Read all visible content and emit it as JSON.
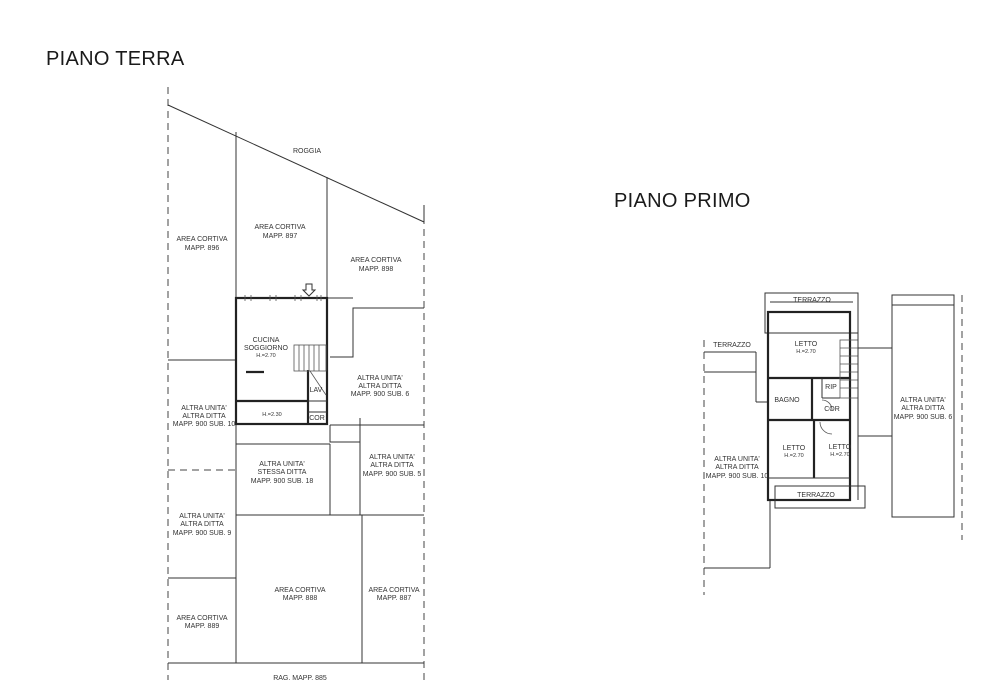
{
  "plans": {
    "terra": {
      "title": "PIANO TERRA",
      "labels": {
        "roggia": "ROGGIA",
        "ac896_a": "AREA CORTIVA",
        "ac896_b": "MAPP. 896",
        "ac897_a": "AREA CORTIVA",
        "ac897_b": "MAPP. 897",
        "ac898_a": "AREA CORTIVA",
        "ac898_b": "MAPP. 898",
        "cucina_a": "CUCINA",
        "cucina_b": "SOGGIORNO",
        "cucina_h": "H.=2.70",
        "lav": "LAV",
        "h230": "H.=2.30",
        "cor": "COR",
        "au6_a": "ALTRA UNITA'",
        "au6_b": "ALTRA DITTA",
        "au6_c": "MAPP. 900 SUB. 6",
        "au10_a": "ALTRA UNITA'",
        "au10_b": "ALTRA DITTA",
        "au10_c": "MAPP. 900 SUB. 10",
        "au18_a": "ALTRA UNITA'",
        "au18_b": "STESSA DITTA",
        "au18_c": "MAPP. 900 SUB. 18",
        "au5_a": "ALTRA UNITA'",
        "au5_b": "ALTRA DITTA",
        "au5_c": "MAPP. 900 SUB. 5",
        "au9_a": "ALTRA UNITA'",
        "au9_b": "ALTRA DITTA",
        "au9_c": "MAPP. 900 SUB. 9",
        "ac888_a": "AREA CORTIVA",
        "ac888_b": "MAPP. 888",
        "ac887_a": "AREA CORTIVA",
        "ac887_b": "MAPP. 887",
        "ac889_a": "AREA CORTIVA",
        "ac889_b": "MAPP. 889",
        "rag": "RAG. MAPP. 885"
      }
    },
    "primo": {
      "title": "PIANO PRIMO",
      "labels": {
        "terrazzo_top": "TERRAZZO",
        "terrazzo_left": "TERRAZZO",
        "terrazzo_bottom": "TERRAZZO",
        "letto1": "LETTO",
        "letto1_h": "H.=2.70",
        "letto2": "LETTO",
        "letto2_h": "H.=2.70",
        "letto3": "LETTO",
        "letto3_h": "H.=2.70",
        "bagno": "BAGNO",
        "rip": "RIP",
        "cor": "COR",
        "au10_a": "ALTRA UNITA'",
        "au10_b": "ALTRA DITTA",
        "au10_c": "MAPP. 900 SUB. 10",
        "au6_a": "ALTRA UNITA'",
        "au6_b": "ALTRA DITTA",
        "au6_c": "MAPP. 900 SUB. 6"
      }
    }
  }
}
